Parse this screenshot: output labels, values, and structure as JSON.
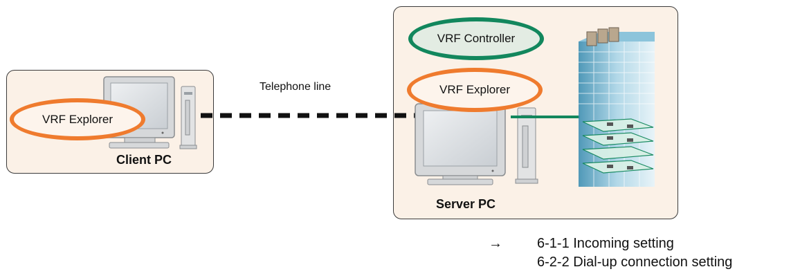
{
  "client": {
    "label": "Client PC",
    "software": "VRF Explorer"
  },
  "server": {
    "label": "Server PC",
    "controller": "VRF Controller",
    "software": "VRF Explorer"
  },
  "connection": {
    "label": "Telephone line"
  },
  "references": {
    "arrow": "→",
    "items": [
      "6-1-1 Incoming setting",
      "6-2-2 Dial-up connection setting"
    ]
  },
  "colors": {
    "orange": "#ef7b2e",
    "green": "#12875d",
    "box_fill": "#fbf1e7"
  }
}
